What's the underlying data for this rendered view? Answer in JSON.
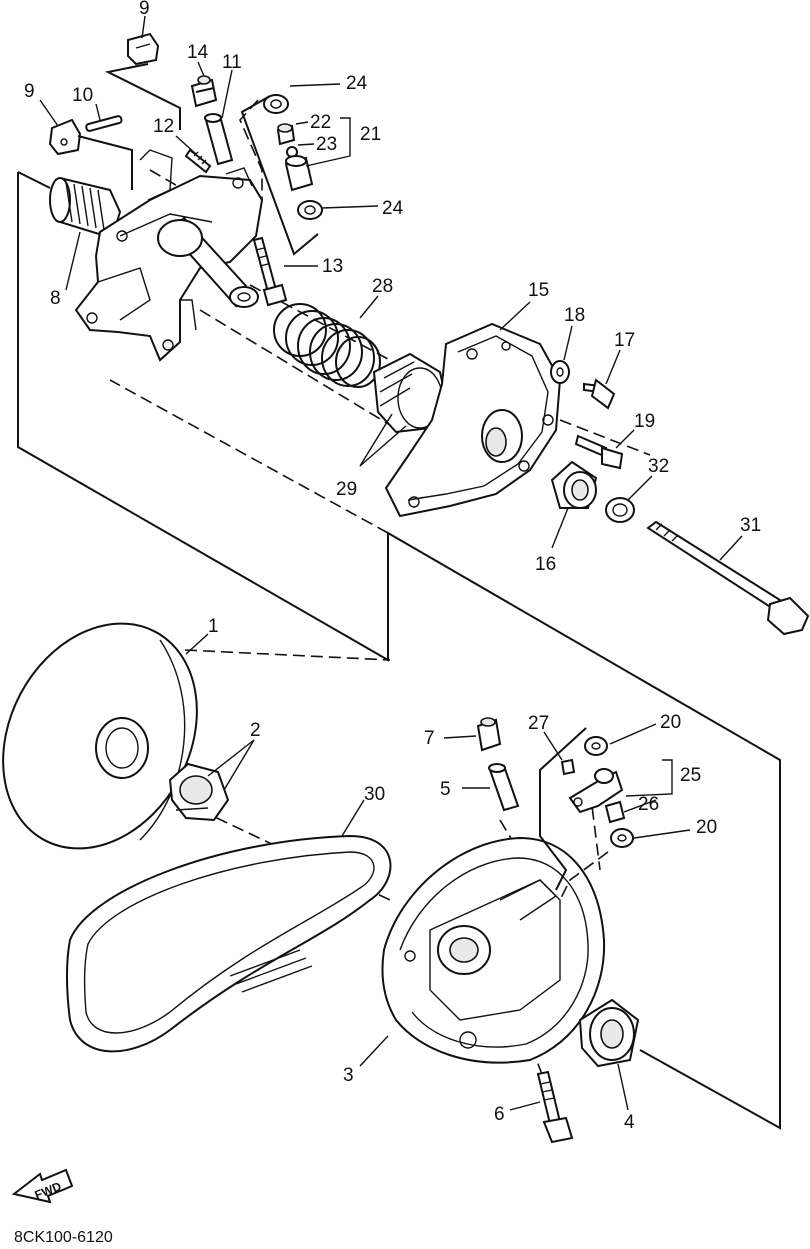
{
  "drawing_code": "8CK100-6120",
  "direction_arrow": {
    "label": "FWD",
    "icon": "forward-arrow-icon"
  },
  "callouts": [
    {
      "id": "c9a",
      "label": "9"
    },
    {
      "id": "c9b",
      "label": "9"
    },
    {
      "id": "c14",
      "label": "14"
    },
    {
      "id": "c11",
      "label": "11"
    },
    {
      "id": "c24a",
      "label": "24"
    },
    {
      "id": "c10",
      "label": "10"
    },
    {
      "id": "c12",
      "label": "12"
    },
    {
      "id": "c22",
      "label": "22"
    },
    {
      "id": "c21",
      "label": "21"
    },
    {
      "id": "c23",
      "label": "23"
    },
    {
      "id": "c24b",
      "label": "24"
    },
    {
      "id": "c13",
      "label": "13"
    },
    {
      "id": "c8",
      "label": "8"
    },
    {
      "id": "c28",
      "label": "28"
    },
    {
      "id": "c15",
      "label": "15"
    },
    {
      "id": "c18",
      "label": "18"
    },
    {
      "id": "c17",
      "label": "17"
    },
    {
      "id": "c19",
      "label": "19"
    },
    {
      "id": "c32",
      "label": "32"
    },
    {
      "id": "c29",
      "label": "29"
    },
    {
      "id": "c16",
      "label": "16"
    },
    {
      "id": "c31",
      "label": "31"
    },
    {
      "id": "c1",
      "label": "1"
    },
    {
      "id": "c2",
      "label": "2"
    },
    {
      "id": "c27",
      "label": "27"
    },
    {
      "id": "c20a",
      "label": "20"
    },
    {
      "id": "c7",
      "label": "7"
    },
    {
      "id": "c25",
      "label": "25"
    },
    {
      "id": "c5",
      "label": "5"
    },
    {
      "id": "c26",
      "label": "26"
    },
    {
      "id": "c30",
      "label": "30"
    },
    {
      "id": "c20b",
      "label": "20"
    },
    {
      "id": "c3",
      "label": "3"
    },
    {
      "id": "c6",
      "label": "6"
    },
    {
      "id": "c4",
      "label": "4"
    }
  ]
}
